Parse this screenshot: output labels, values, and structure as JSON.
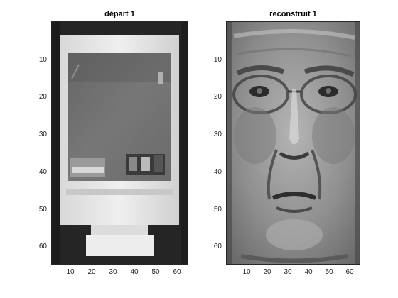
{
  "panels": [
    {
      "title": "départ 1",
      "content": "monitor-image",
      "y_ticks": [
        "10",
        "20",
        "30",
        "40",
        "50",
        "60"
      ],
      "x_ticks": [
        "10",
        "20",
        "30",
        "40",
        "50",
        "60"
      ]
    },
    {
      "title": "reconstruit 1",
      "content": "face-image",
      "y_ticks": [
        "10",
        "20",
        "30",
        "40",
        "50",
        "60"
      ],
      "x_ticks": [
        "10",
        "20",
        "30",
        "40",
        "50",
        "60"
      ]
    }
  ]
}
